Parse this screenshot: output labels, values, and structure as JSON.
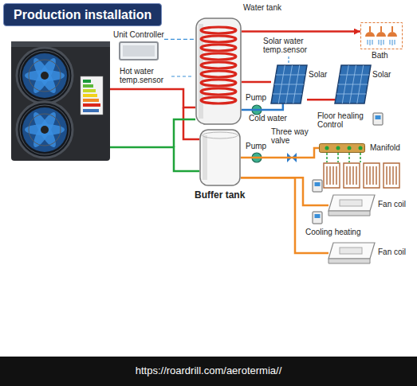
{
  "diagram": {
    "title": "Production installation",
    "caption": "https://roardrill.com/aerotermia//",
    "nodes": [
      {
        "text": [
          "Unit Controller"
        ]
      },
      {
        "text": [
          "Water tank"
        ]
      },
      {
        "text": [
          "Bath"
        ]
      },
      {
        "text": [
          "Solar"
        ]
      },
      {
        "text": [
          "Solar"
        ]
      },
      {
        "text": [
          "Manifold"
        ]
      },
      {
        "text": [
          "Buffer tank"
        ]
      },
      {
        "text": [
          "Fan coil"
        ]
      },
      {
        "text": [
          "Fan coil"
        ]
      }
    ],
    "edges": [
      {
        "from": 0,
        "to": 1,
        "arrow": "none"
      },
      {
        "from": 1,
        "to": 2,
        "arrow": "to"
      },
      {
        "from": 1,
        "to": 3,
        "arrow": "none"
      },
      {
        "from": 3,
        "to": 4,
        "arrow": "none"
      },
      {
        "from": 3,
        "to": 1,
        "arrow": "none"
      },
      {
        "from": 6,
        "to": 5,
        "arrow": "none"
      },
      {
        "from": 6,
        "to": 7,
        "arrow": "none"
      },
      {
        "from": 6,
        "to": 8,
        "arrow": "none"
      }
    ],
    "labels": [
      "Hot water temp.sensor",
      "Solar water temp.sensor",
      "Pump",
      "Cold water",
      "Three way valve",
      "Floor healing Control",
      "Pump",
      "Cooling heating"
    ]
  }
}
